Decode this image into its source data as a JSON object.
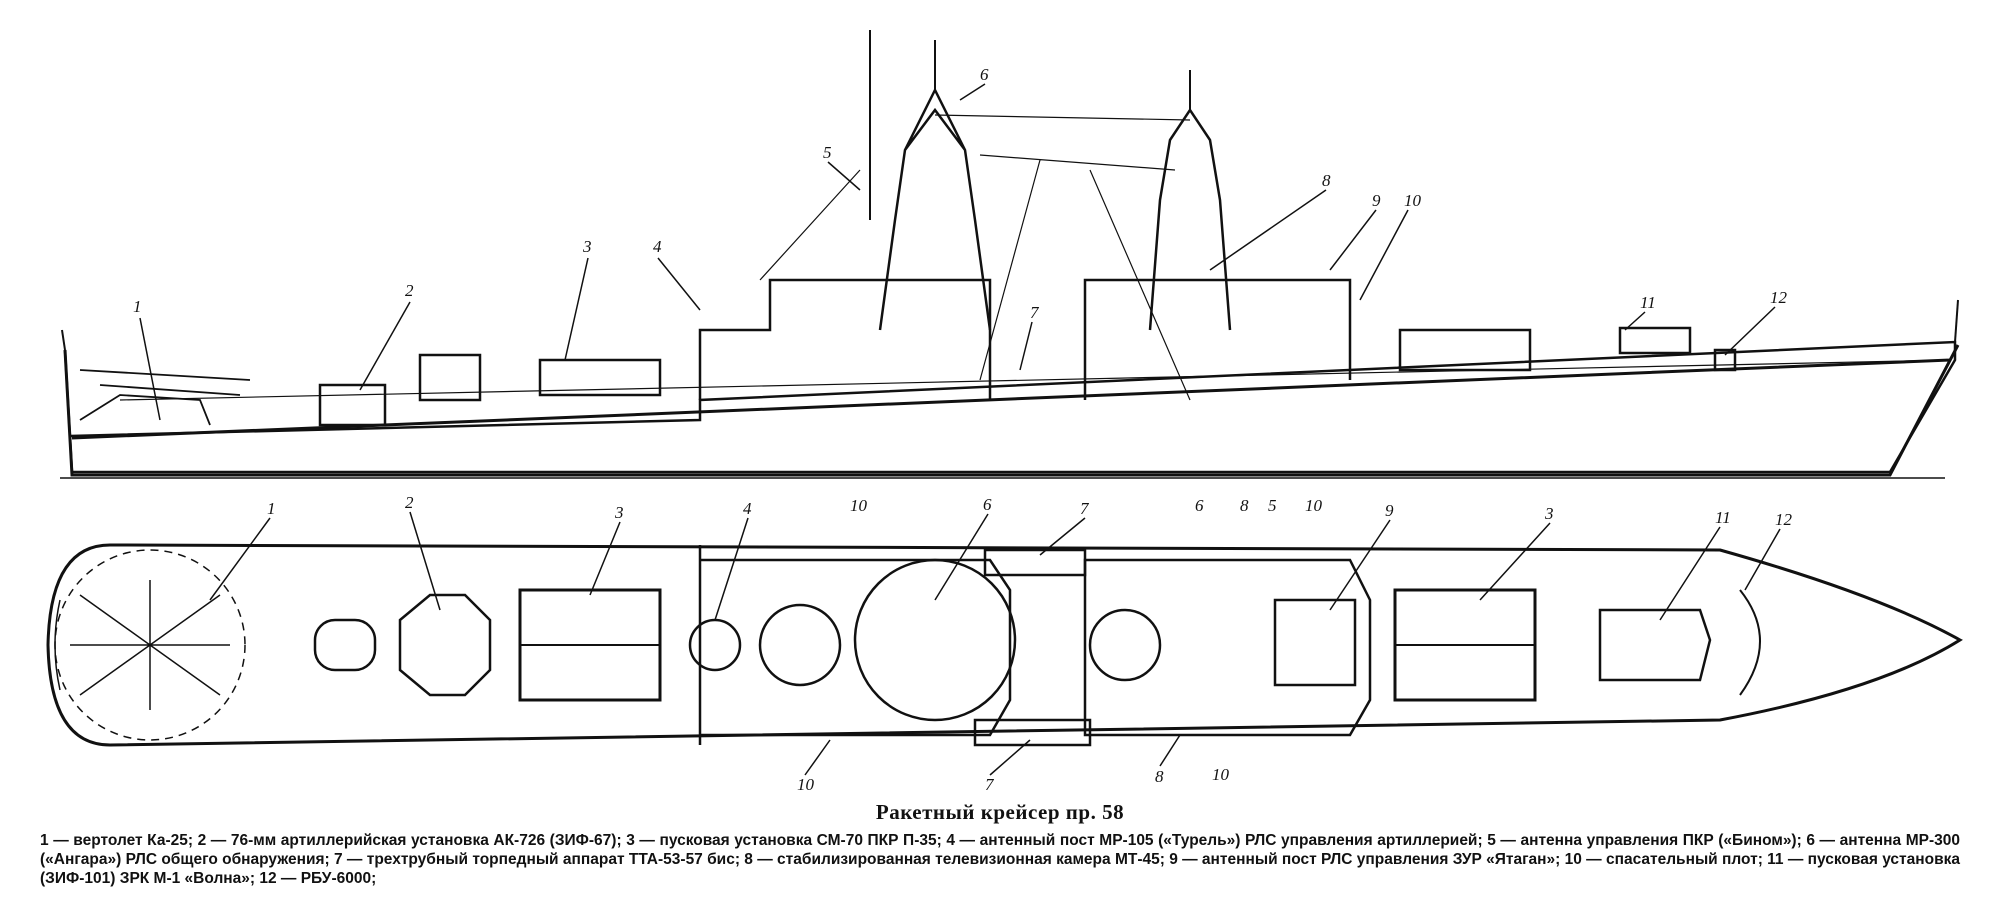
{
  "callouts": [
    "1",
    "2",
    "3",
    "4",
    "5",
    "6",
    "7",
    "8",
    "9",
    "10",
    "11",
    "12"
  ],
  "caption": {
    "title": "Ракетный крейсер пр. 58",
    "text": "1 — вертолет Ка-25; 2 — 76-мм артиллерийская установка АК-726 (ЗИФ-67); 3 — пусковая установка СМ-70 ПКР П-35; 4 — антенный пост МР-105 («Турель») РЛС управления артиллерией; 5 — антенна управления ПКР («Бином»); 6 — антенна МР-300 («Ангара») РЛС общего обнаружения; 7 — трехтрубный торпедный аппарат ТТА-53-57 бис; 8 — стабилизированная телевизионная камера МТ-45; 9 — антенный пост РЛС управления ЗУР «Ятаган»; 10 — спасательный плот; 11 — пусковая установка (ЗИФ-101) ЗРК М-1 «Волна»; 12 — РБУ-6000;"
  }
}
